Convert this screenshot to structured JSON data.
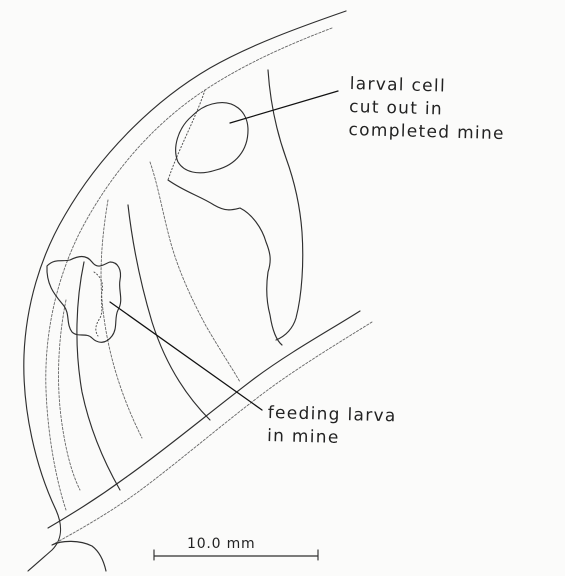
{
  "labels": {
    "larval_cell": "larval cell\ncut out in\ncompleted mine",
    "feeding_larva": "feeding larva\nin mine"
  },
  "scale_bar": {
    "label": "10.0 mm"
  }
}
